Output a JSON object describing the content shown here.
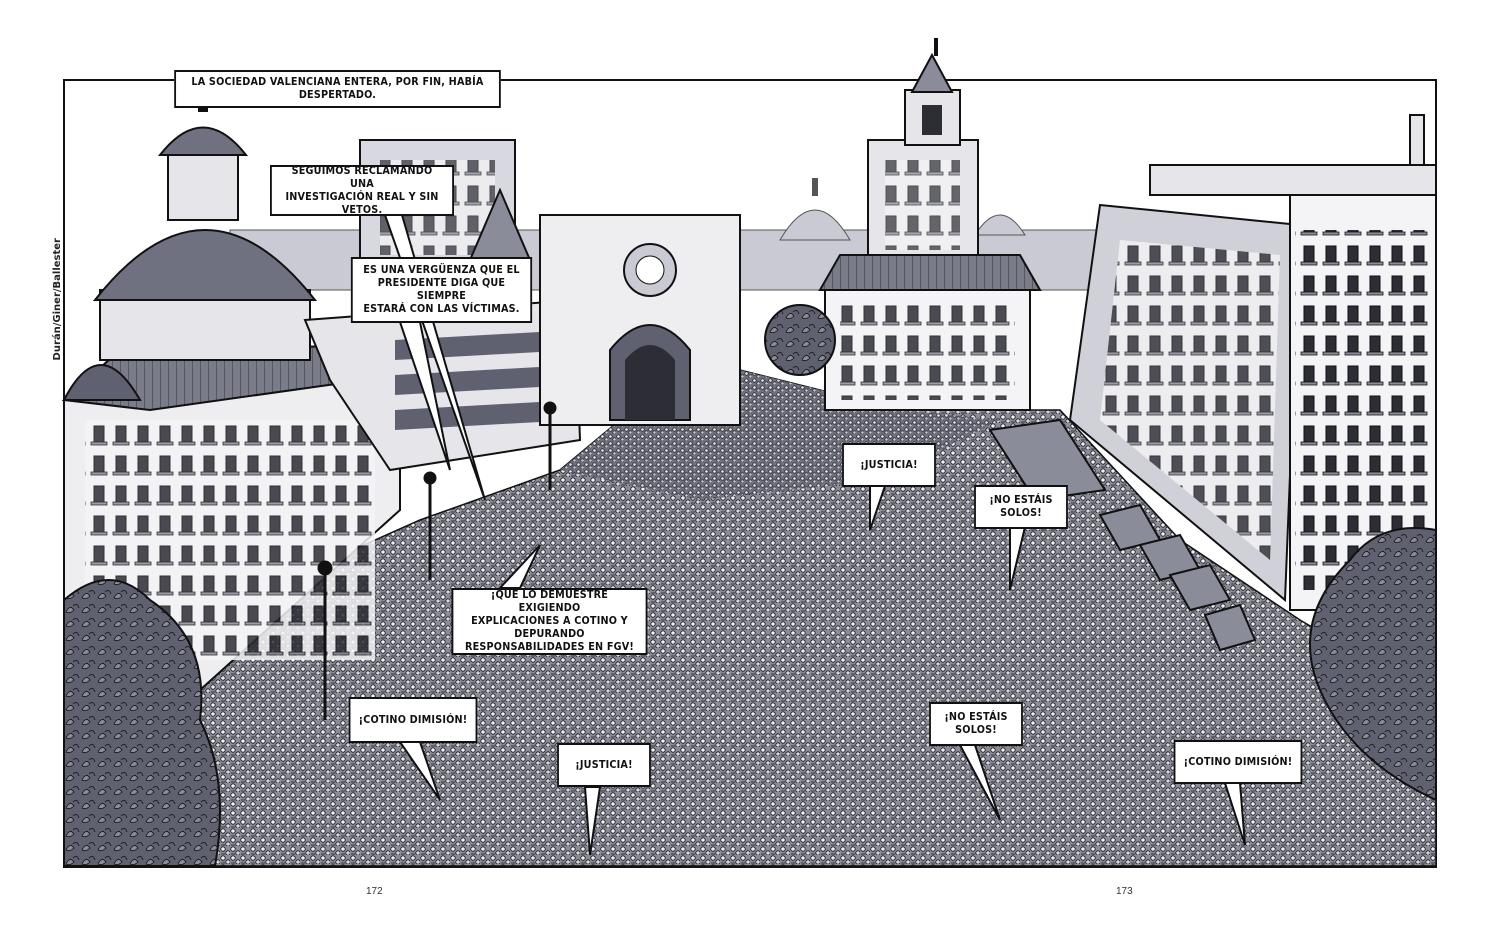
{
  "captions": {
    "narration": "LA SOCIEDAD VALENCIANA ENTERA, POR FIN, HABÍA DESPERTADO.",
    "bubble_investigacion": "SEGUIMOS RECLAMANDO UNA\nINVESTIGACIÓN REAL Y SIN VETOS.",
    "bubble_verguenza": "ES UNA VERGÜENZA QUE EL\nPRESIDENTE DIGA QUE SIEMPRE\nESTARÁ CON LAS VÍCTIMAS.",
    "bubble_demuestre": "¡QUE LO DEMUESTRE EXIGIENDO\nEXPLICACIONES A COTINO Y DEPURANDO\nRESPONSABILIDADES EN FGV!",
    "bubble_justicia_1": "¡JUSTICIA!",
    "bubble_no_estais_1": "¡NO ESTÁIS\nSOLOS!",
    "bubble_cotino_1": "¡COTINO DIMISIÓN!",
    "bubble_justicia_2": "¡JUSTICIA!",
    "bubble_no_estais_2": "¡NO ESTÁIS\nSOLOS!",
    "bubble_cotino_2": "¡COTINO DIMISIÓN!"
  },
  "credit": "Durán/Giner/Ballester",
  "page_numbers": {
    "left": "172",
    "right": "173"
  },
  "colors": {
    "ink": "#111111",
    "sky": "#ffffff",
    "stone": "#8a8c99",
    "shadow": "#5f6170",
    "light": "#c9cad3",
    "crowd": "#7a7c8a"
  }
}
